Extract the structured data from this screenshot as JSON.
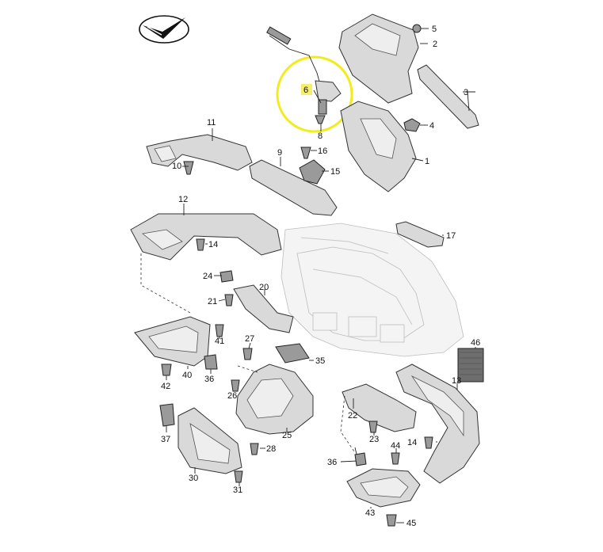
{
  "diagram": {
    "logo_icon": "audi-vw-check-logo",
    "highlight_color": "#f2ec1f",
    "highlight_color_fill": "#f5ed6b",
    "labels": [
      {
        "id": "1",
        "text": "1"
      },
      {
        "id": "2",
        "text": "2"
      },
      {
        "id": "3",
        "text": "3"
      },
      {
        "id": "4",
        "text": "4"
      },
      {
        "id": "5",
        "text": "5"
      },
      {
        "id": "6",
        "text": "6"
      },
      {
        "id": "8",
        "text": "8"
      },
      {
        "id": "9",
        "text": "9"
      },
      {
        "id": "10",
        "text": "10"
      },
      {
        "id": "11",
        "text": "11"
      },
      {
        "id": "12",
        "text": "12"
      },
      {
        "id": "13",
        "text": "13"
      },
      {
        "id": "14a",
        "text": "14"
      },
      {
        "id": "14b",
        "text": "14"
      },
      {
        "id": "15",
        "text": "15"
      },
      {
        "id": "16",
        "text": "16"
      },
      {
        "id": "17",
        "text": "17"
      },
      {
        "id": "20",
        "text": "20"
      },
      {
        "id": "21",
        "text": "21"
      },
      {
        "id": "22",
        "text": "22"
      },
      {
        "id": "23",
        "text": "23"
      },
      {
        "id": "24",
        "text": "24"
      },
      {
        "id": "25",
        "text": "25"
      },
      {
        "id": "26",
        "text": "26"
      },
      {
        "id": "27",
        "text": "27"
      },
      {
        "id": "28",
        "text": "28"
      },
      {
        "id": "30",
        "text": "30"
      },
      {
        "id": "31",
        "text": "31"
      },
      {
        "id": "35",
        "text": "35"
      },
      {
        "id": "36a",
        "text": "36"
      },
      {
        "id": "36b",
        "text": "36"
      },
      {
        "id": "37",
        "text": "37"
      },
      {
        "id": "40",
        "text": "40"
      },
      {
        "id": "41",
        "text": "41"
      },
      {
        "id": "42",
        "text": "42"
      },
      {
        "id": "43",
        "text": "43"
      },
      {
        "id": "44",
        "text": "44"
      },
      {
        "id": "45",
        "text": "45"
      },
      {
        "id": "46",
        "text": "46"
      }
    ]
  }
}
